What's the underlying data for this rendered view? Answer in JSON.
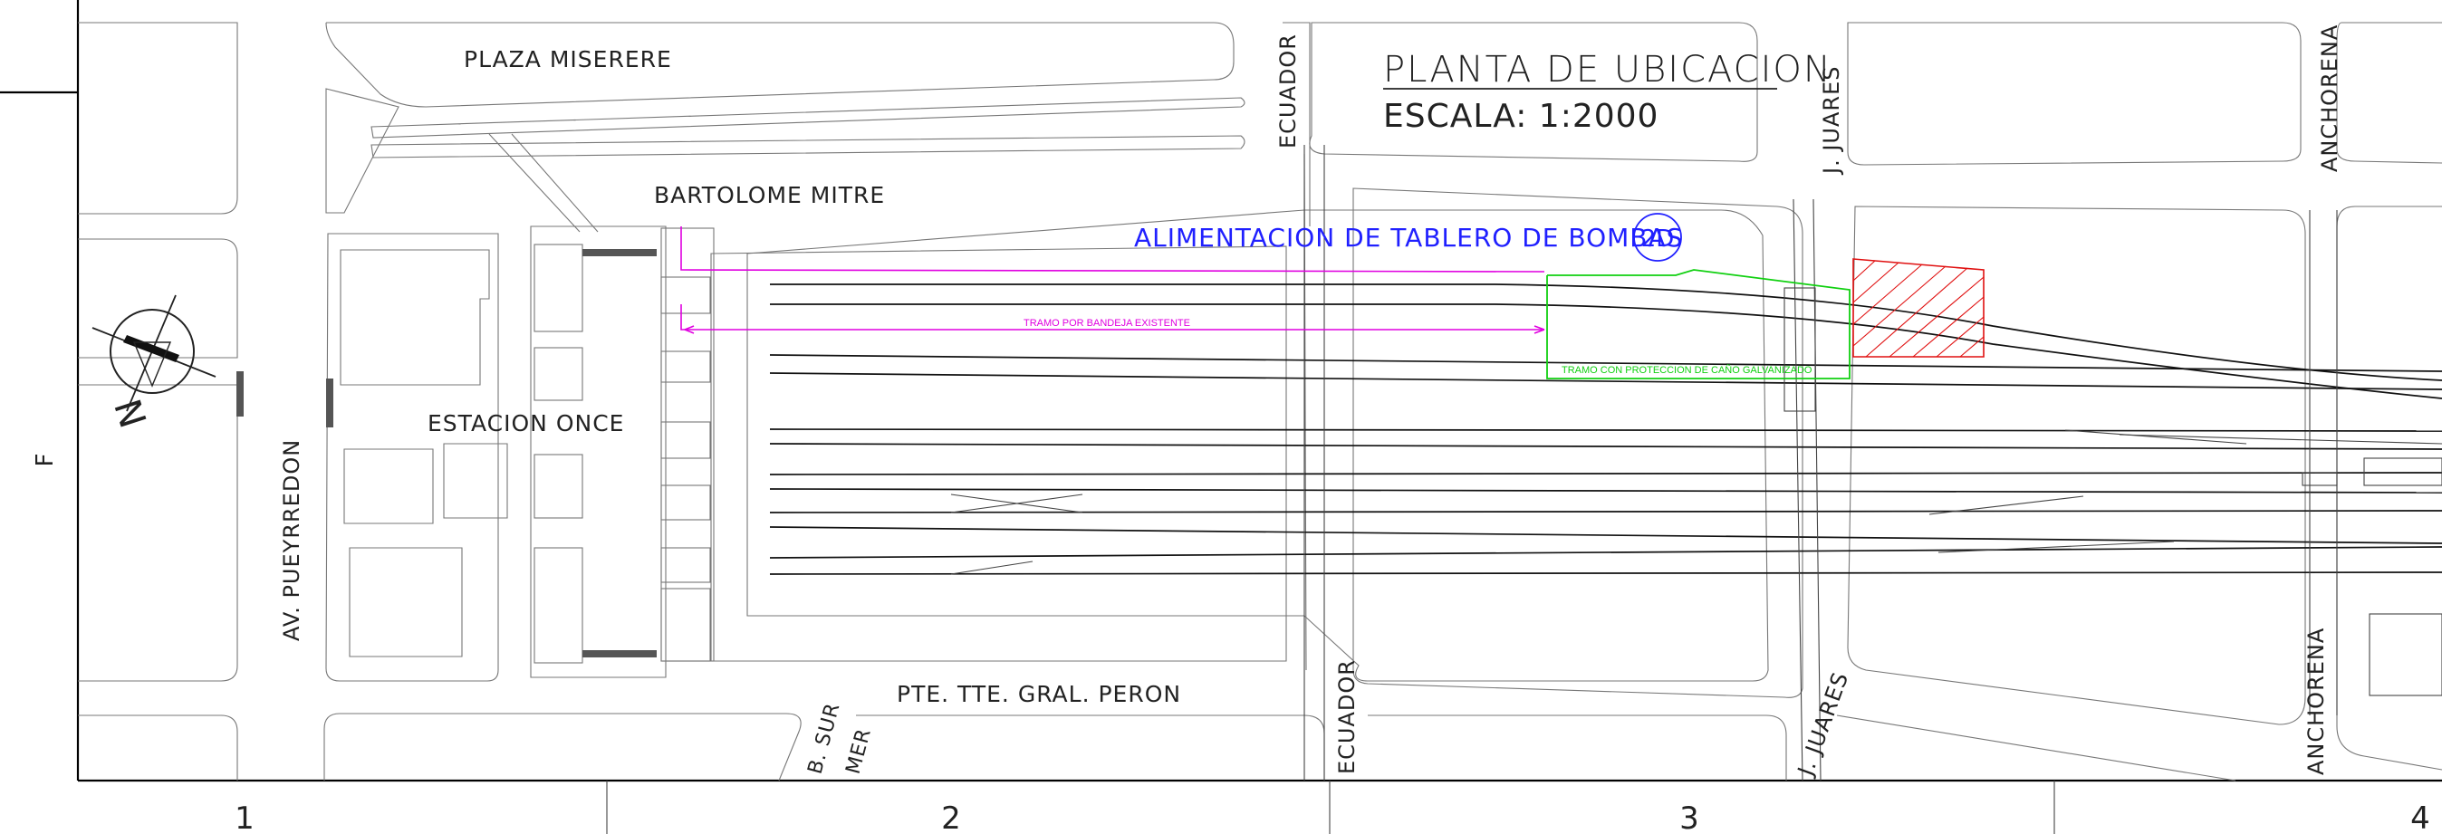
{
  "title_block": {
    "title": "PLANTA DE UBICACION",
    "scale": "ESCALA: 1:2000"
  },
  "streets": {
    "plaza_miserere": "PLAZA MISERERE",
    "bartolome_mitre": "BARTOLOME MITRE",
    "ecuador_top": "ECUADOR",
    "ecuador_bottom": "ECUADOR",
    "j_juares_top": "J. JUARES",
    "j_juares_bottom": "J. JUARES",
    "anchorena_top": "ANCHORENA",
    "anchorena_bottom": "ANCHORENA",
    "av_pueyrredon": "AV. PUEYRREDON",
    "pte_peron": "PTE. TTE. GRAL. PERON",
    "b_sur": "B. SUR",
    "mer": "MER"
  },
  "buildings": {
    "estacion_once": "ESTACION ONCE"
  },
  "annotations": {
    "feed_label": "ALIMENTACION DE TABLERO DE BOMBAS",
    "feed_tag": "2D",
    "tray_section": "TRAMO POR BANDEJA EXISTENTE",
    "conduit_section": "TRAMO CON PROTECCION DE CAÑO GALVANIZADO"
  },
  "north_arrow": {
    "letter": "N"
  },
  "grid": {
    "columns": [
      "1",
      "2",
      "3",
      "4"
    ],
    "row": "F"
  },
  "colors": {
    "magenta": "#e000e0",
    "green": "#10d010",
    "blue": "#2020ff",
    "red": "#e01010"
  }
}
